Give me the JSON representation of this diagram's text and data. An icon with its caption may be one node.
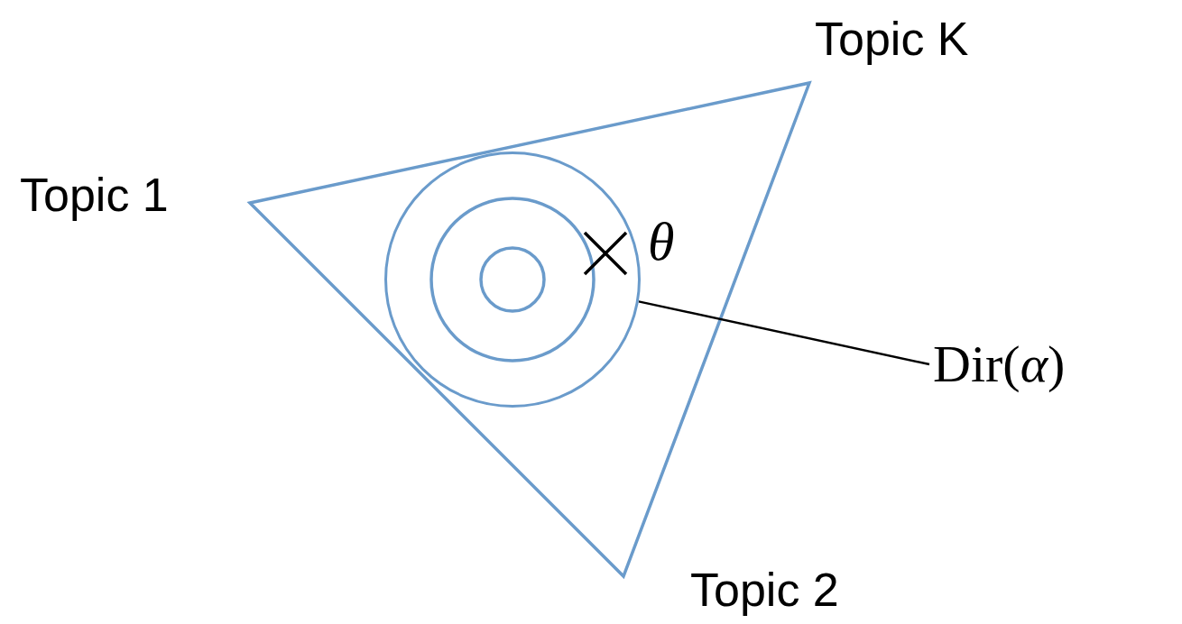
{
  "diagram": {
    "nodes": [
      {
        "text": [
          "Dir(*α*)"
        ]
      },
      {
        "text": [],
        "shape": "circle"
      }
    ],
    "edges": [
      {
        "from": 0,
        "to": 1,
        "arrow": "none"
      }
    ],
    "labels": [
      "Topic K",
      "Topic 1",
      "θ",
      "Topic 2"
    ]
  }
}
